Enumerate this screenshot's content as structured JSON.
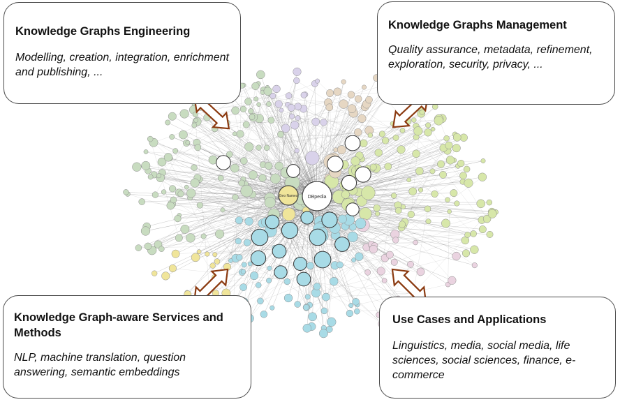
{
  "boxes": {
    "engineering": {
      "title": "Knowledge Graphs Engineering",
      "description": "Modelling, creation, integration, enrichment and publishing, ..."
    },
    "management": {
      "title": "Knowledge Graphs Management",
      "description": "Quality assurance, metadata, refinement, exploration, security, privacy, ..."
    },
    "services": {
      "title": "Knowledge Graph-aware Services and Methods",
      "description": "NLP, machine translation, question answering, semantic embeddings"
    },
    "applications": {
      "title": "Use Cases and Applications",
      "description": "Linguistics, media, social media, life sciences, social sciences, finance, e-commerce"
    }
  },
  "graph": {
    "hub_nodes": [
      "DBpedia",
      "Geo Names"
    ]
  },
  "colors": {
    "arrow_fill": "#ffffff",
    "arrow_stroke": "#8b3a10",
    "box_border": "#4a4a4a",
    "node_media": "#c8dcc0",
    "node_geo": "#f0e59a",
    "node_life": "#a8dbe6",
    "node_publications": "#d9d2ea",
    "node_government": "#e6d7c3",
    "node_social": "#ead3e0",
    "node_cross": "#d7e7a9",
    "node_hub": "#ffffff"
  }
}
